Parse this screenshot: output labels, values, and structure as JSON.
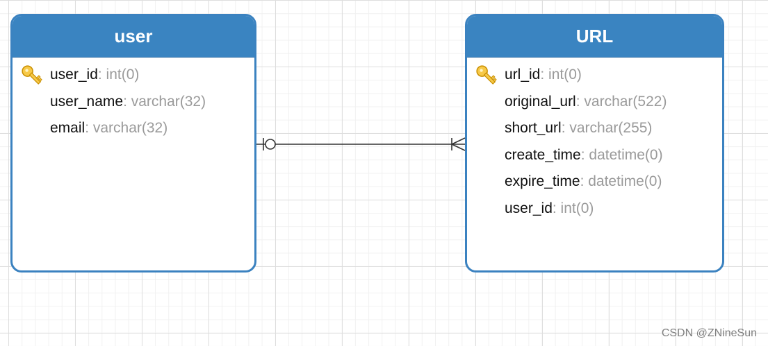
{
  "entities": {
    "user": {
      "title": "user",
      "fields": [
        {
          "name": "user_id",
          "type": ": int(0)",
          "key": true
        },
        {
          "name": "user_name",
          "type": ": varchar(32)",
          "key": false
        },
        {
          "name": "email",
          "type": ": varchar(32)",
          "key": false
        }
      ]
    },
    "url": {
      "title": "URL",
      "fields": [
        {
          "name": "url_id",
          "type": ": int(0)",
          "key": true
        },
        {
          "name": "original_url",
          "type": ": varchar(522)",
          "key": false
        },
        {
          "name": "short_url",
          "type": ": varchar(255)",
          "key": false
        },
        {
          "name": "create_time",
          "type": ": datetime(0)",
          "key": false
        },
        {
          "name": "expire_time",
          "type": ": datetime(0)",
          "key": false
        },
        {
          "name": "user_id",
          "type": ": int(0)",
          "key": false
        }
      ]
    }
  },
  "relationship": {
    "from_cardinality": "zero-or-one",
    "to_cardinality": "one-or-many"
  },
  "colors": {
    "header": "#3a84c1",
    "border": "#3b82c0",
    "key_icon": "#f5b301",
    "type_text": "#9a9a9a"
  },
  "icons": {
    "primary_key": "key-icon"
  },
  "watermark": "CSDN @ZNineSun"
}
